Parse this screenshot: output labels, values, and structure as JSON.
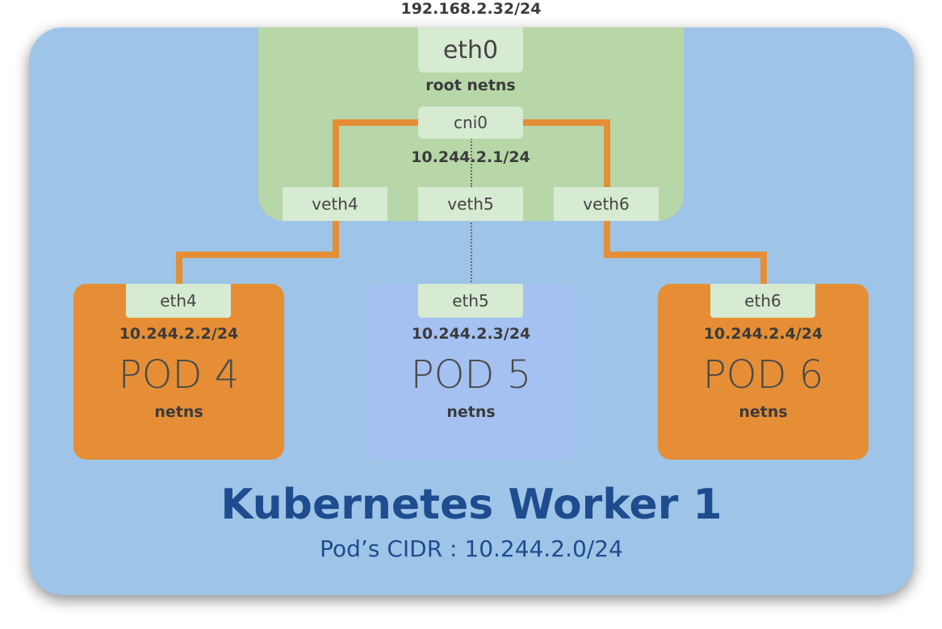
{
  "top_ip": "192.168.2.32/24",
  "root": {
    "eth0_label": "eth0",
    "netns_label": "root netns",
    "bridge_label": "cni0",
    "bridge_ip": "10.244.2.1/24",
    "veths": [
      "veth4",
      "veth5",
      "veth6"
    ]
  },
  "pods": [
    {
      "iface": "eth4",
      "ip": "10.244.2.2/24",
      "name": "POD 4",
      "netns": "netns",
      "color": "#e58e35"
    },
    {
      "iface": "eth5",
      "ip": "10.244.2.3/24",
      "name": "POD 5",
      "netns": "netns",
      "color": "#a4c1f1"
    },
    {
      "iface": "eth6",
      "ip": "10.244.2.4/24",
      "name": "POD 6",
      "netns": "netns",
      "color": "#e58e35"
    }
  ],
  "worker": {
    "title": "Kubernetes Worker 1",
    "cidr_line": "Pod’s CIDR : 10.244.2.0/24",
    "background_color": "#9ec4e7"
  },
  "colors": {
    "root_netns": "#b7d7a8",
    "interface_box": "#d7ead2",
    "link": "#e58e35",
    "title": "#1f4c8f"
  }
}
